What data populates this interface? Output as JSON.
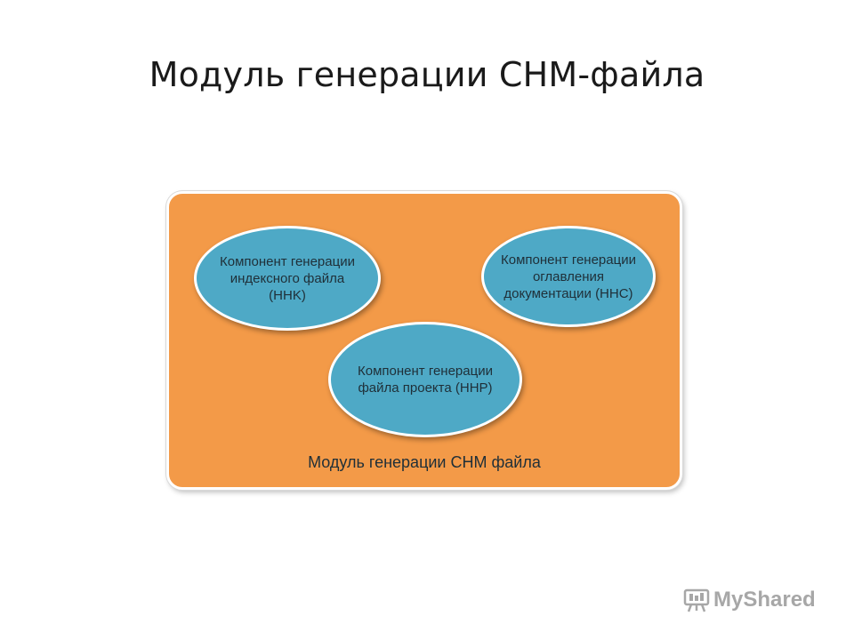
{
  "slide": {
    "title": "Модуль генерации СНМ-файла"
  },
  "diagram": {
    "module_label": "Модуль генерации СНМ файла",
    "components": [
      {
        "label": "Компонент генерации\nиндексного файла\n(HHK)"
      },
      {
        "label": "Компонент генерации\nоглавления\nдокументации (HHC)"
      },
      {
        "label": "Компонент генерации\nфайла проекта (HHP)"
      }
    ],
    "colors": {
      "module_fill": "#f39a48",
      "component_fill": "#4ea9c6"
    }
  },
  "watermark": {
    "text": "MyShared",
    "icon": "presentation-board-icon"
  }
}
